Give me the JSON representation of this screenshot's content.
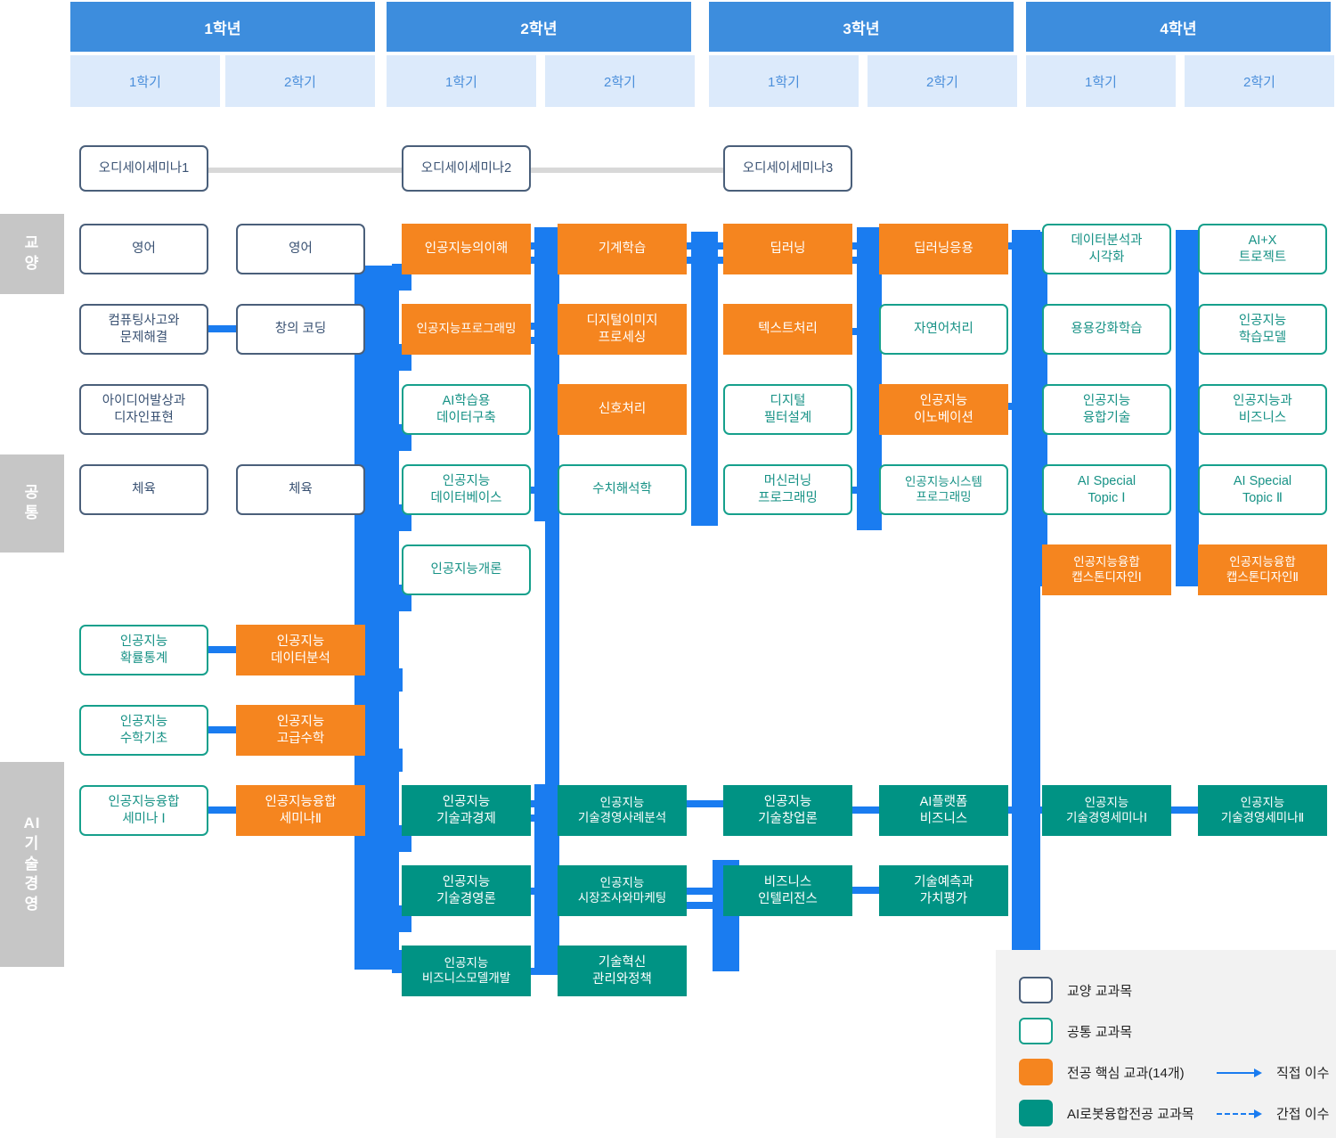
{
  "header": {
    "years": [
      {
        "label": "1학년",
        "semesters": [
          "1학기",
          "2학기"
        ]
      },
      {
        "label": "2학년",
        "semesters": [
          "1학기",
          "2학기"
        ]
      },
      {
        "label": "3학년",
        "semesters": [
          "1학기",
          "2학기"
        ]
      },
      {
        "label": "4학년",
        "semesters": [
          "1학기",
          "2학기"
        ]
      }
    ]
  },
  "rails": [
    {
      "name": "gyoyang",
      "text": "교\n양"
    },
    {
      "name": "gongtong",
      "text": "공\n통"
    },
    {
      "name": "ai-tech-mgmt",
      "text": "AI\n기\n술\n경\n영"
    }
  ],
  "odyssey": [
    {
      "label": "오디세이세미나1"
    },
    {
      "label": "오디세이세미나2"
    },
    {
      "label": "오디세이세미나3"
    }
  ],
  "courses": {
    "y1s1": [
      {
        "label": "영어",
        "type": "gyoyang"
      },
      {
        "label": "컴퓨팅사고와\n문제해결",
        "type": "gyoyang"
      },
      {
        "label": "아이디어발상과\n디자인표현",
        "type": "gyoyang"
      },
      {
        "label": "체육",
        "type": "gyoyang"
      },
      {
        "label": "인공지능\n확률통계",
        "type": "gongtong"
      },
      {
        "label": "인공지능\n수학기초",
        "type": "gongtong"
      },
      {
        "label": "인공지능융합\n세미나 Ⅰ",
        "type": "gongtong"
      }
    ],
    "y1s2": [
      {
        "label": "영어",
        "type": "gyoyang"
      },
      {
        "label": "창의 코딩",
        "type": "gyoyang"
      },
      {
        "label": "체육",
        "type": "gyoyang"
      },
      {
        "label": "인공지능\n데이터분석",
        "type": "core"
      },
      {
        "label": "인공지능\n고급수학",
        "type": "core"
      },
      {
        "label": "인공지능융합\n세미나Ⅱ",
        "type": "core"
      }
    ],
    "y2s1": [
      {
        "label": "인공지능의이해",
        "type": "core"
      },
      {
        "label": "인공지능프로그래밍",
        "type": "core"
      },
      {
        "label": "AI학습용\n데이터구축",
        "type": "gongtong"
      },
      {
        "label": "인공지능\n데이터베이스",
        "type": "gongtong"
      },
      {
        "label": "인공지능개론",
        "type": "gongtong"
      },
      {
        "label": "인공지능\n기술과경제",
        "type": "airobot"
      },
      {
        "label": "인공지능\n기술경영론",
        "type": "airobot"
      },
      {
        "label": "인공지능\n비즈니스모델개발",
        "type": "airobot"
      }
    ],
    "y2s2": [
      {
        "label": "기계학습",
        "type": "core"
      },
      {
        "label": "디지털이미지\n프로세싱",
        "type": "core"
      },
      {
        "label": "신호처리",
        "type": "core"
      },
      {
        "label": "수치해석학",
        "type": "gongtong"
      },
      {
        "label": "인공지능\n기술경영사례분석",
        "type": "airobot"
      },
      {
        "label": "인공지능\n시장조사와마케팅",
        "type": "airobot"
      },
      {
        "label": "기술혁신\n관리와정책",
        "type": "airobot"
      }
    ],
    "y3s1": [
      {
        "label": "딥러닝",
        "type": "core"
      },
      {
        "label": "텍스트처리",
        "type": "core"
      },
      {
        "label": "디지털\n필터설계",
        "type": "gongtong"
      },
      {
        "label": "머신러닝\n프로그래밍",
        "type": "gongtong"
      },
      {
        "label": "인공지능\n기술창업론",
        "type": "airobot"
      },
      {
        "label": "비즈니스\n인텔리전스",
        "type": "airobot"
      }
    ],
    "y3s2": [
      {
        "label": "딥러닝응용",
        "type": "core"
      },
      {
        "label": "자연어처리",
        "type": "gongtong"
      },
      {
        "label": "인공지능\n이노베이션",
        "type": "core"
      },
      {
        "label": "인공지능시스템\n프로그래밍",
        "type": "gongtong"
      },
      {
        "label": "AI플랫폼\n비즈니스",
        "type": "airobot"
      },
      {
        "label": "기술예측과\n가치평가",
        "type": "airobot"
      }
    ],
    "y4s1": [
      {
        "label": "데이터분석과\n시각화",
        "type": "gongtong"
      },
      {
        "label": "용용강화학습",
        "type": "gongtong"
      },
      {
        "label": "인공지능\n융합기술",
        "type": "gongtong"
      },
      {
        "label": "AI Special\nTopic Ⅰ",
        "type": "gongtong"
      },
      {
        "label": "인공지능융합\n캡스톤디자인Ⅰ",
        "type": "core"
      },
      {
        "label": "인공지능\n기술경영세미나Ⅰ",
        "type": "airobot"
      }
    ],
    "y4s2": [
      {
        "label": "AI+X\n트로젝트",
        "type": "gongtong"
      },
      {
        "label": "인공지능\n학습모델",
        "type": "gongtong"
      },
      {
        "label": "인공지능과\n비즈니스",
        "type": "gongtong"
      },
      {
        "label": "AI Special\nTopic Ⅱ",
        "type": "gongtong"
      },
      {
        "label": "인공지능융합\n캡스톤디자인Ⅱ",
        "type": "core"
      },
      {
        "label": "인공지능\n기술경영세미나Ⅱ",
        "type": "airobot"
      }
    ]
  },
  "legend": {
    "items": [
      {
        "swatch": "gyoyang",
        "label": "교양 교과목"
      },
      {
        "swatch": "gongtong",
        "label": "공통 교과목"
      },
      {
        "swatch": "core",
        "label": "전공 핵심 교과(14개)"
      },
      {
        "swatch": "airobot",
        "label": "AI로봇융합전공 교과목"
      }
    ],
    "arrows": [
      {
        "style": "solid",
        "label": "직접 이수"
      },
      {
        "style": "dashed",
        "label": "간접 이수"
      }
    ]
  },
  "colors": {
    "year_header": "#3d8ddd",
    "semester_header": "#dceafb",
    "semester_text": "#4b8fdb",
    "rail": "#c6c6c6",
    "core_orange": "#f5851f",
    "airobot_teal": "#009384",
    "gongtong_border": "#16a08c",
    "gyoyang_border": "#4a5f7a",
    "connector_blue": "#1a7cf0",
    "odyssey_line": "#d8d8d8",
    "legend_bg": "#f2f2f2"
  }
}
